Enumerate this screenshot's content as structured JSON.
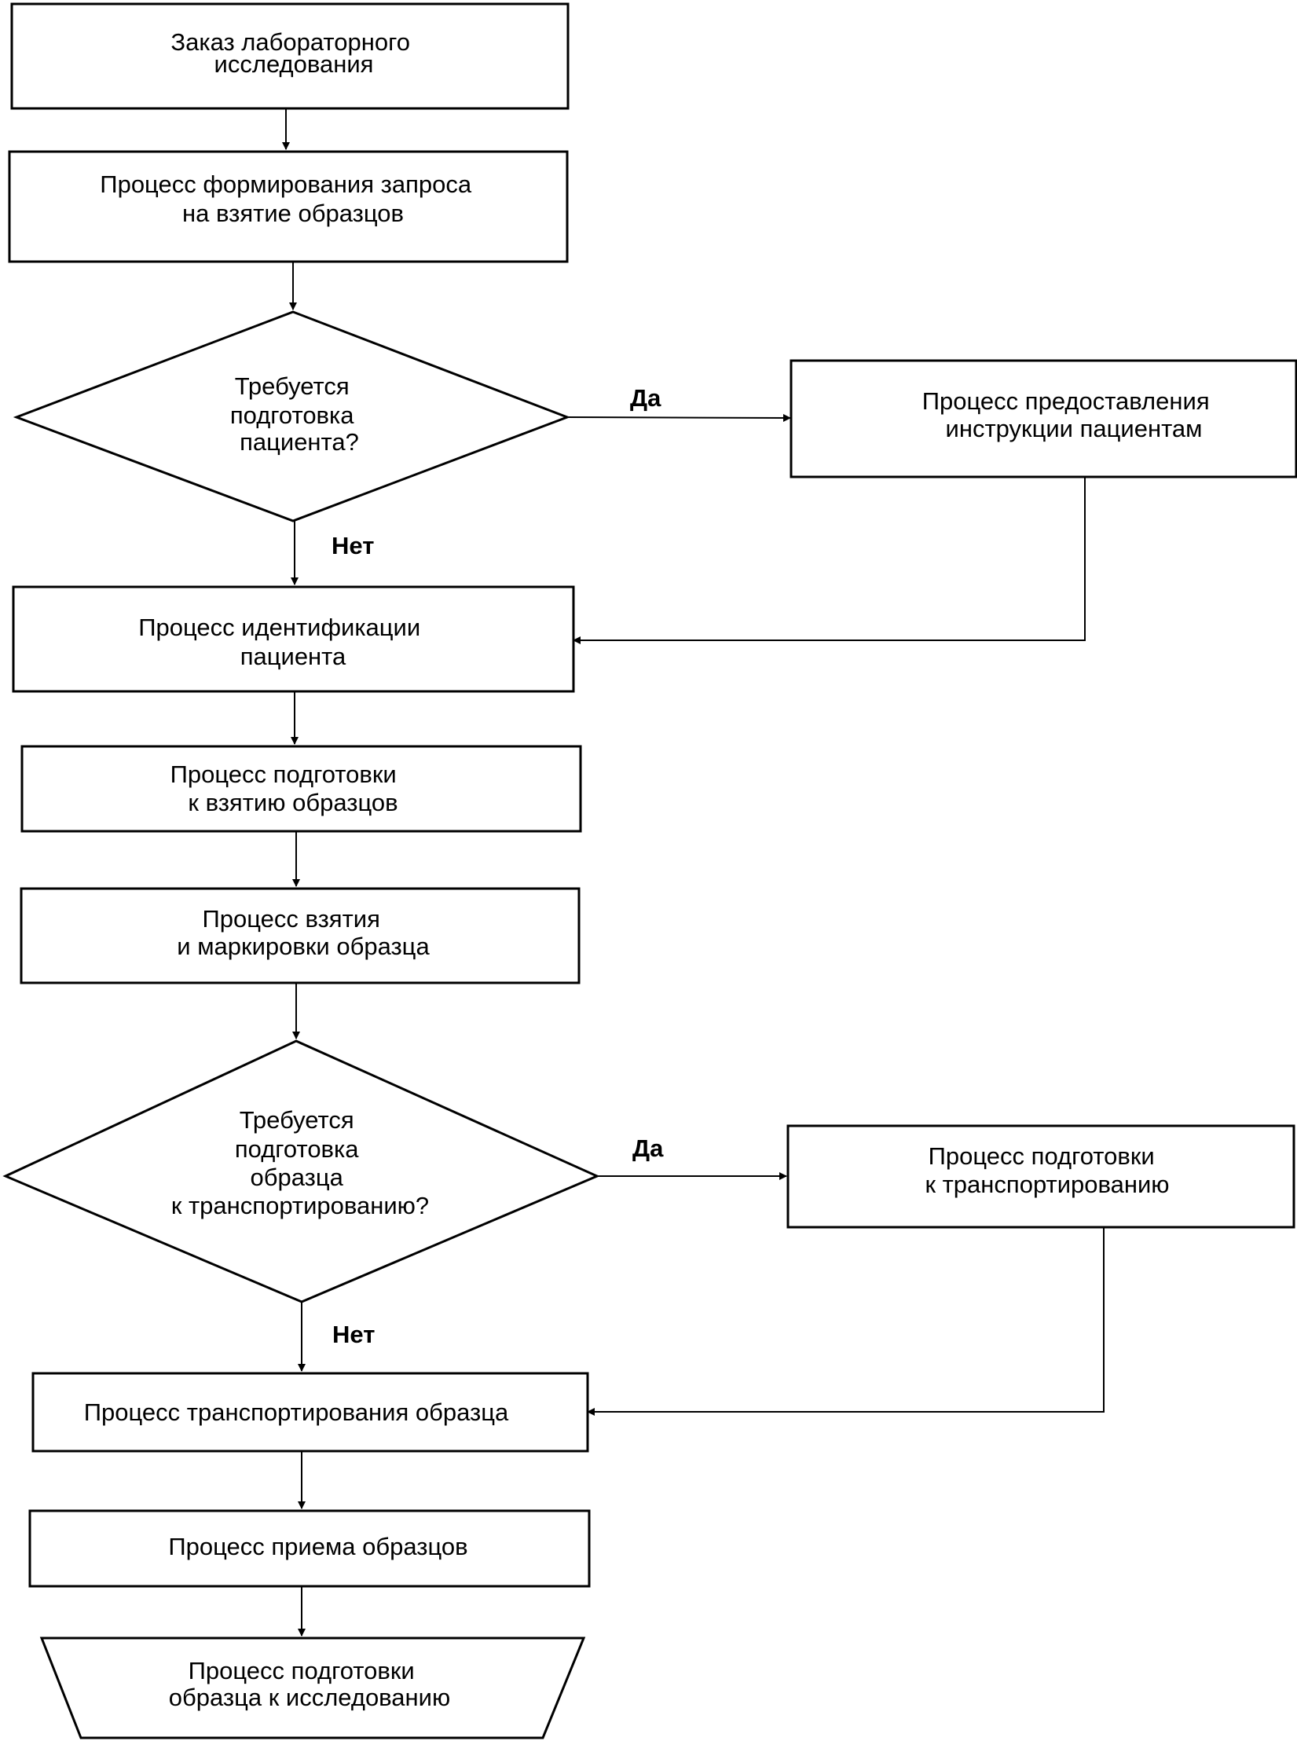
{
  "diagram": {
    "nodes": {
      "order": {
        "lines": [
          "Заказ лабораторного",
          "исследования"
        ]
      },
      "request": {
        "lines": [
          "Процесс формирования запроса",
          "на взятие образцов"
        ]
      },
      "decision_patient": {
        "lines": [
          "Требуется",
          "подготовка",
          "пациента?"
        ]
      },
      "instructions": {
        "lines": [
          "Процесс предоставления",
          "инструкции пациентам"
        ]
      },
      "identification": {
        "lines": [
          "Процесс идентификации",
          "пациента"
        ]
      },
      "prep_collection": {
        "lines": [
          "Процесс подготовки",
          "к взятию образцов"
        ]
      },
      "collection": {
        "lines": [
          "Процесс взятия",
          "и маркировки образца"
        ]
      },
      "decision_transport": {
        "lines": [
          "Требуется",
          "подготовка",
          "образца",
          "к транспортированию?"
        ]
      },
      "prep_transport": {
        "lines": [
          "Процесс подготовки",
          "к транспортированию"
        ]
      },
      "transport": {
        "lines": [
          "Процесс транспортирования образца"
        ]
      },
      "reception": {
        "lines": [
          "Процесс приема образцов"
        ]
      },
      "prep_analysis": {
        "lines": [
          "Процесс подготовки",
          "образца к исследованию"
        ]
      }
    },
    "edge_labels": {
      "patient_yes": "Да",
      "patient_no": "Нет",
      "transport_yes": "Да",
      "transport_no": "Нет"
    }
  }
}
